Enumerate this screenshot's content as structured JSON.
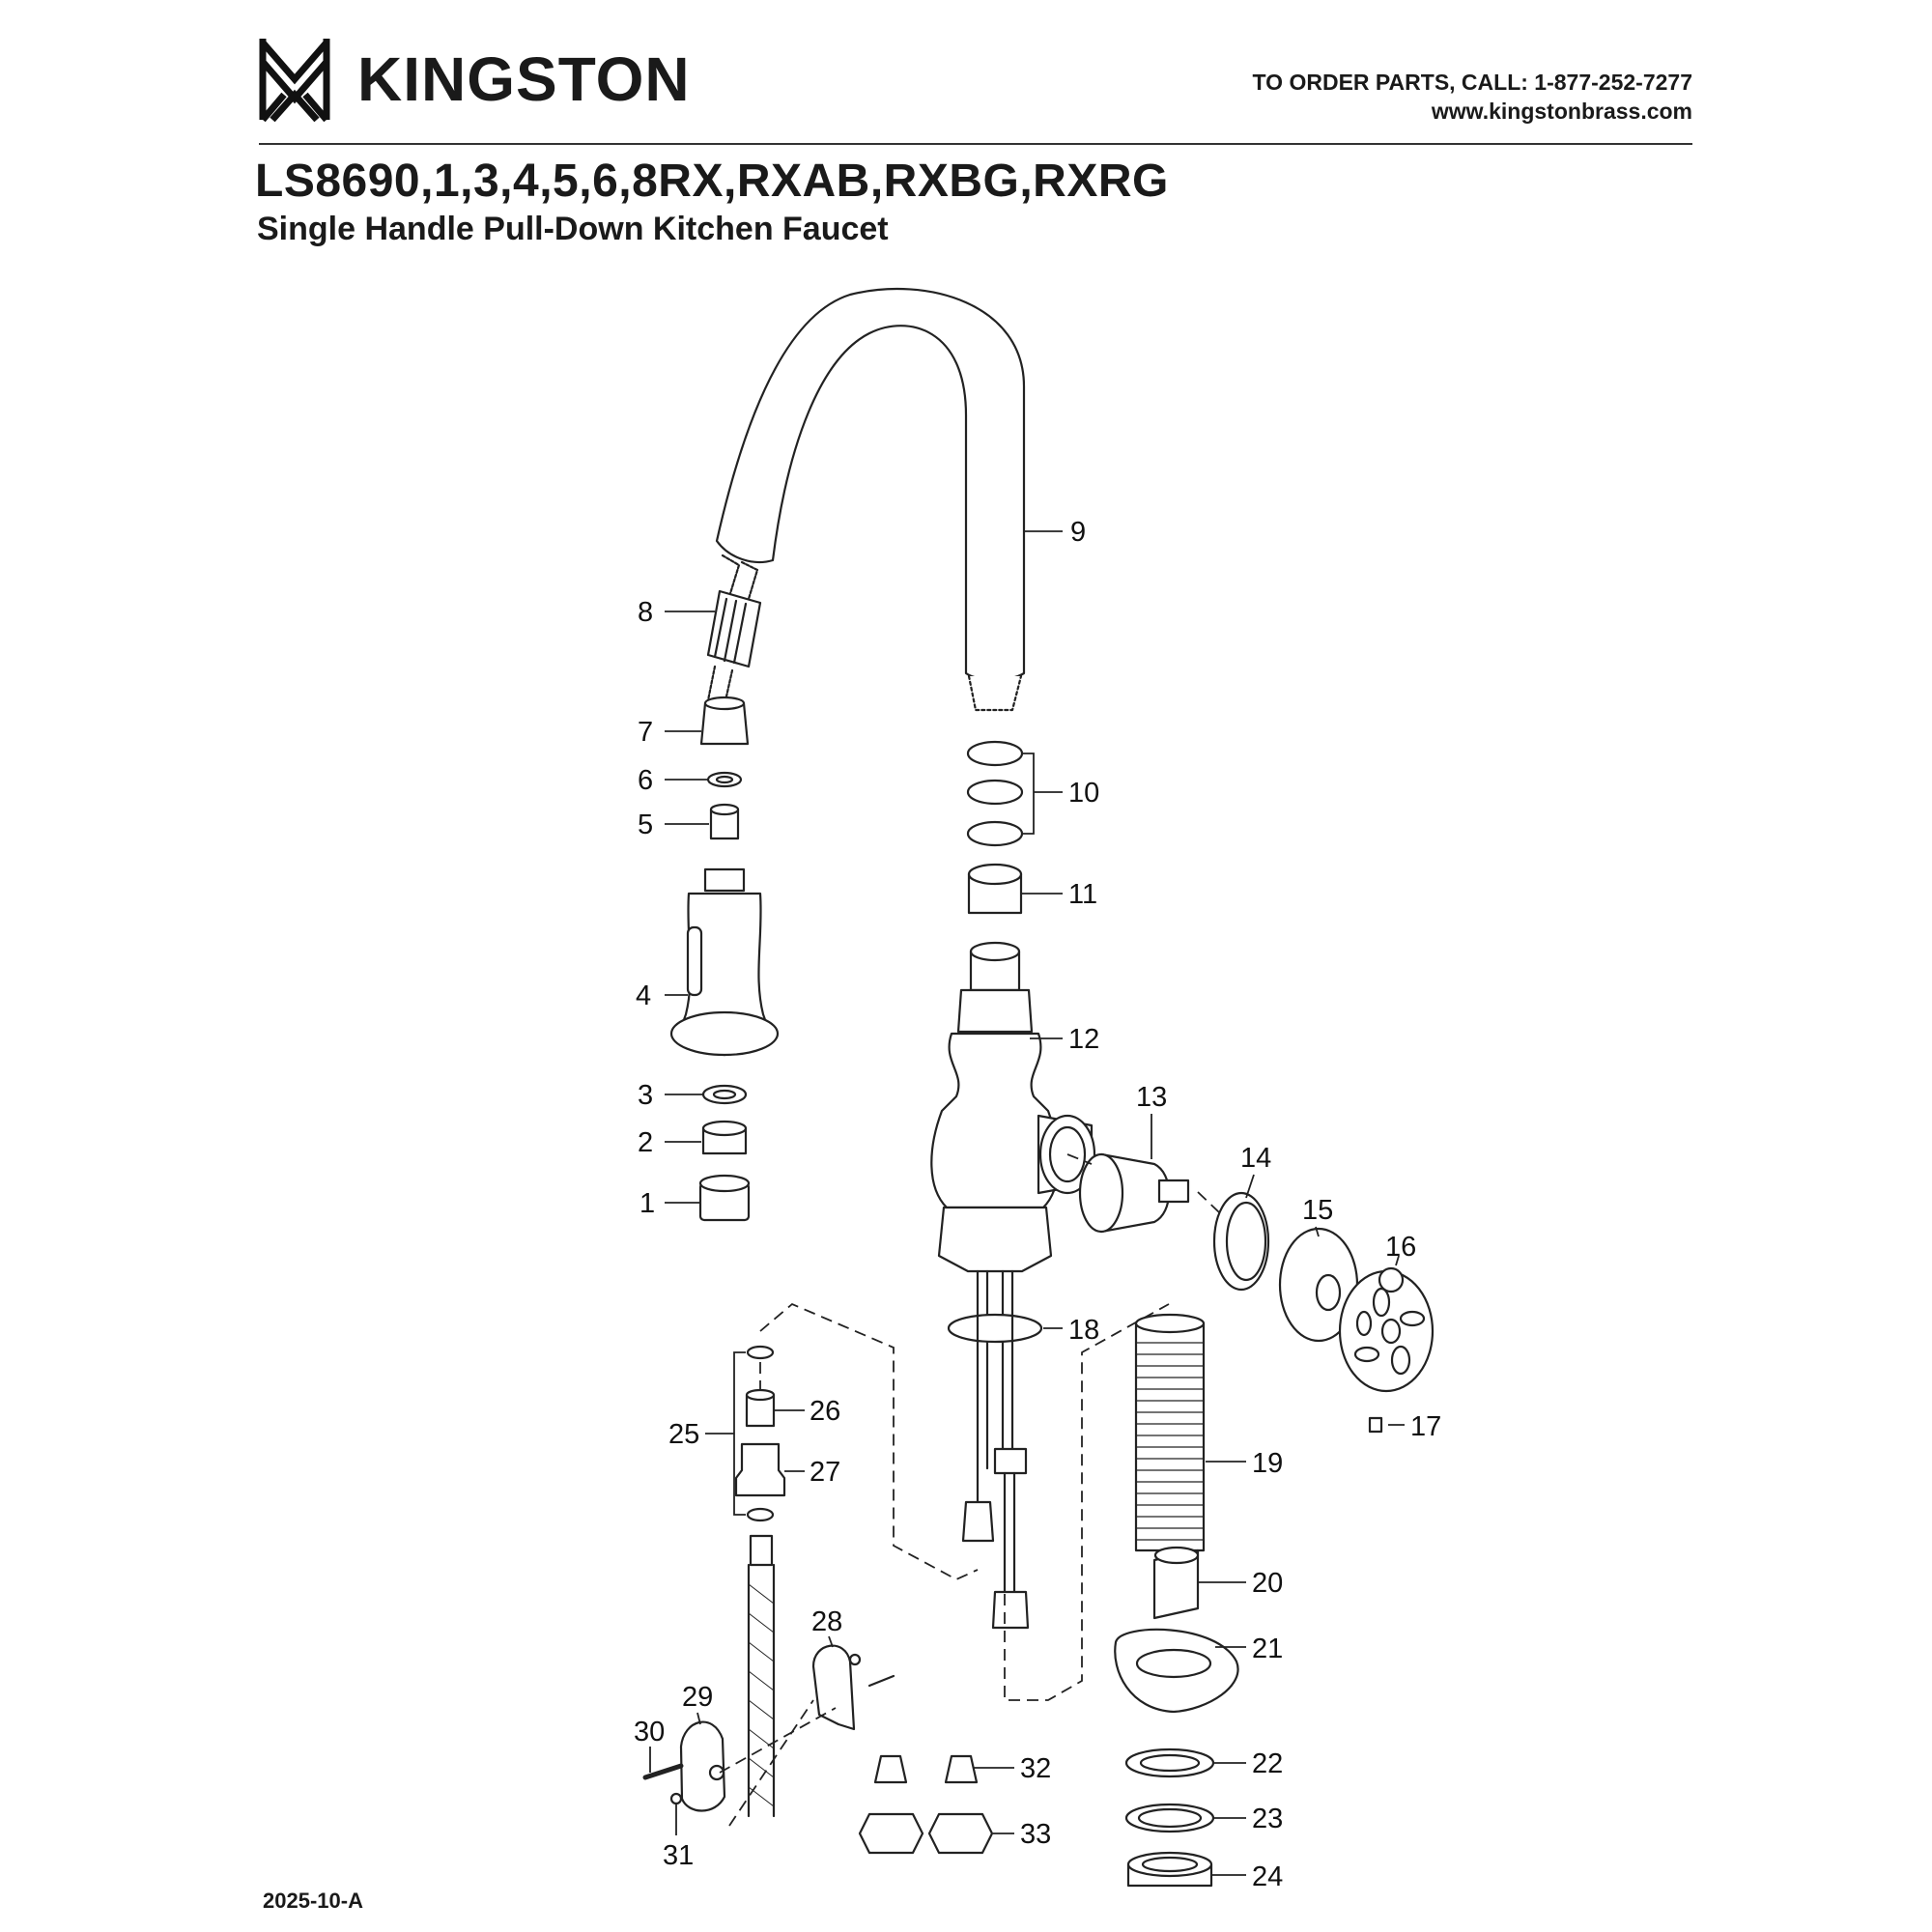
{
  "header": {
    "brand": "KINGSTON",
    "order_line": "TO ORDER PARTS, CALL: 1-877-252-7277",
    "website": "www.kingstonbrass.com",
    "model": "LS8690,1,3,4,5,6,8RX,RXAB,RXBG,RXRG",
    "subtitle": "Single Handle Pull-Down Kitchen Faucet"
  },
  "footer": {
    "revision": "2025-10-A"
  },
  "callouts": [
    "1",
    "2",
    "3",
    "4",
    "5",
    "6",
    "7",
    "8",
    "9",
    "10",
    "11",
    "12",
    "13",
    "14",
    "15",
    "16",
    "17",
    "18",
    "19",
    "20",
    "21",
    "22",
    "23",
    "24",
    "25",
    "26",
    "27",
    "28",
    "29",
    "30",
    "31",
    "32",
    "33"
  ],
  "colors": {
    "ink": "#1a1a1a",
    "line": "#222222",
    "fill": "#ffffff"
  }
}
